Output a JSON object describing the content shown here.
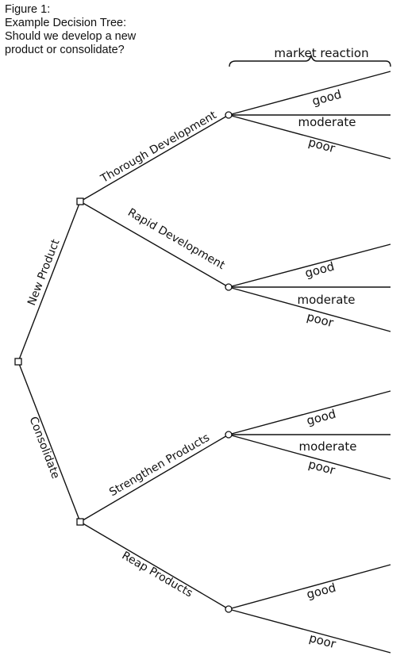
{
  "figure": {
    "label": "Figure 1:",
    "title_line1": "Example Decision Tree:",
    "title_line2": "Should we develop a new",
    "title_line3": "product or consolidate?"
  },
  "header": {
    "market_reaction": "market reaction"
  },
  "branches": {
    "new_product": "New Product",
    "consolidate": "Consolidate",
    "thorough_development": "Thorough Development",
    "rapid_development": "Rapid Development",
    "strengthen_products": "Strengthen Products",
    "reap_products": "Reap Products"
  },
  "outcomes": {
    "thorough": [
      "good",
      "moderate",
      "poor"
    ],
    "rapid": [
      "good",
      "moderate",
      "poor"
    ],
    "strengthen": [
      "good",
      "moderate",
      "poor"
    ],
    "reap": [
      "good",
      "poor"
    ]
  }
}
